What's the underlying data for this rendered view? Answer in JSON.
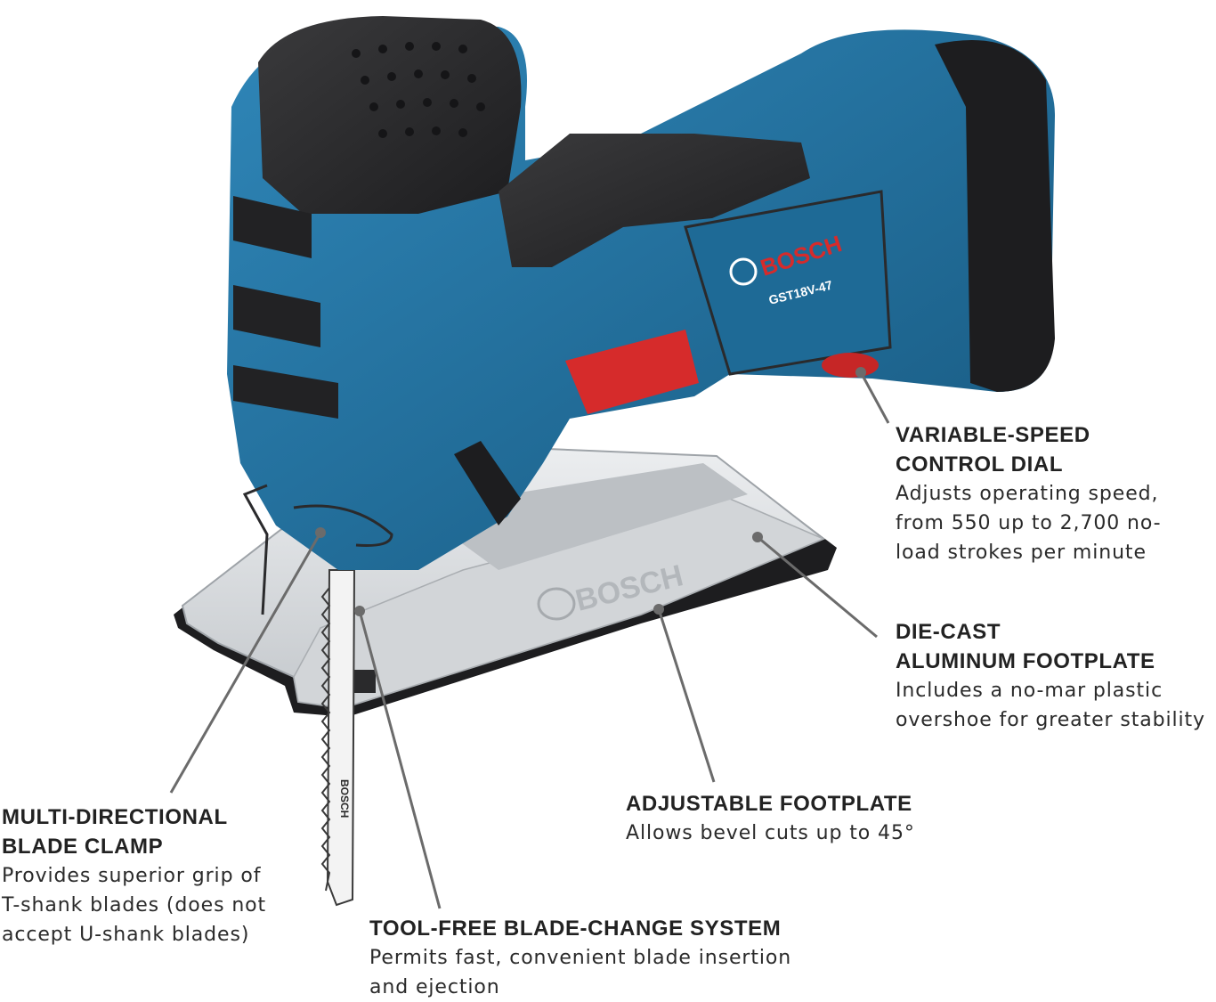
{
  "product": {
    "brand_mark": "BOSCH",
    "model": "GST18V-47",
    "footplate_brand": "BOSCH",
    "blade_brand": "BOSCH",
    "colors": {
      "body_blue": "#1f6e9c",
      "body_blue_light": "#2f86b8",
      "grip_black": "#2a2a2c",
      "switch_red": "#d62b2b",
      "footplate_aluminum": "#d9dcdf",
      "leader_line": "#6b6b6b"
    }
  },
  "callouts": [
    {
      "id": "speed-dial",
      "title": "VARIABLE-SPEED\nCONTROL DIAL",
      "description": "Adjusts operating speed,\nfrom 550 up to 2,700 no-\nload strokes per minute"
    },
    {
      "id": "die-cast-footplate",
      "title": "DIE-CAST\nALUMINUM FOOTPLATE",
      "description": "Includes a no-mar plastic\novershoe for greater stability"
    },
    {
      "id": "adjustable-footplate",
      "title": "ADJUSTABLE FOOTPLATE",
      "description": "Allows bevel cuts up to 45°"
    },
    {
      "id": "blade-clamp",
      "title": "MULTI-DIRECTIONAL\nBLADE CLAMP",
      "description": "Provides superior grip of\nT-shank blades (does not\naccept U-shank blades)"
    },
    {
      "id": "blade-change",
      "title": "TOOL-FREE BLADE-CHANGE SYSTEM",
      "description": "Permits fast, convenient blade insertion\nand ejection"
    }
  ]
}
